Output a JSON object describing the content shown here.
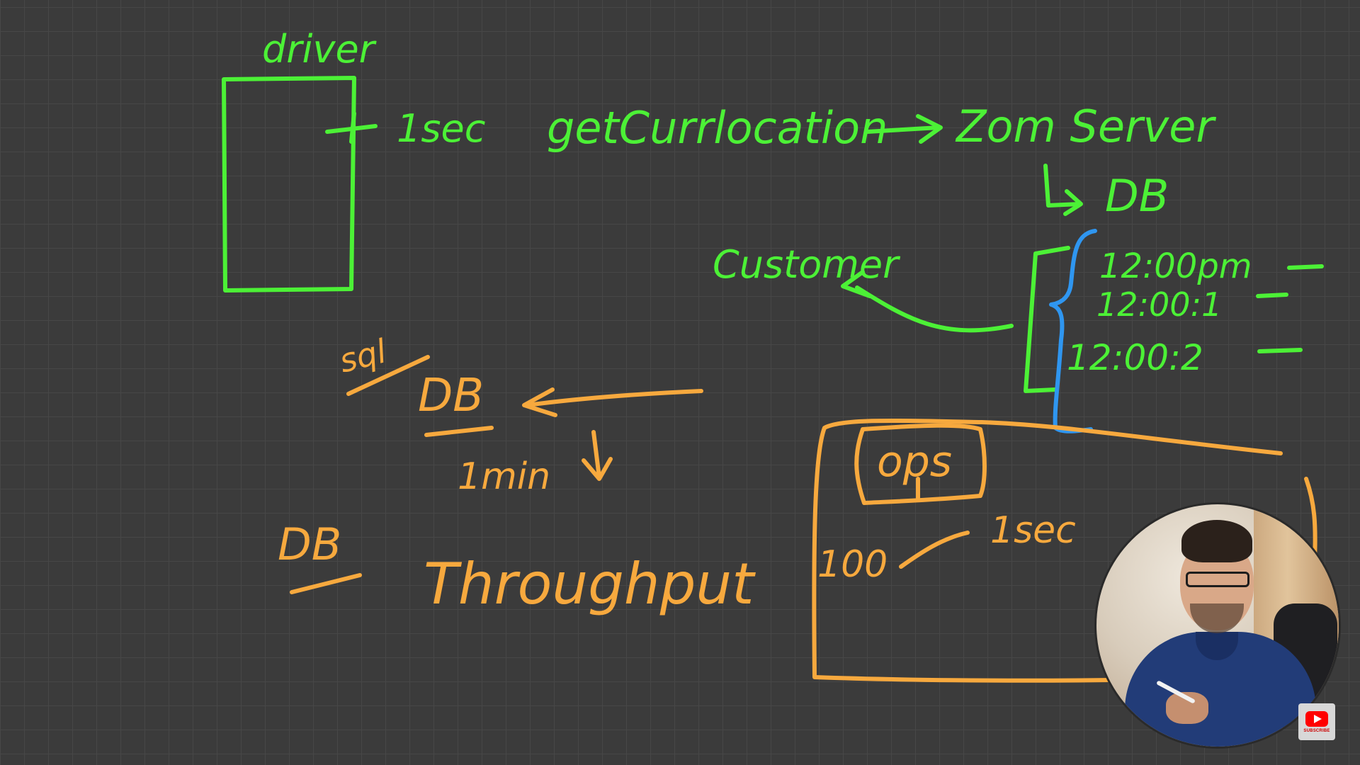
{
  "board": {
    "labels": {
      "driver": "driver",
      "one_sec_top": "1sec",
      "get_cur_location": "getCurrlocation",
      "zom_server": "Zom Server",
      "db_top": "DB",
      "customer": "Customer",
      "time_1": "12:00pm",
      "time_2": "12:00:1",
      "time_3": "12:00:2",
      "sql": "sql",
      "db_mid": "DB",
      "one_min": "1min",
      "db_bottom": "DB",
      "throughput": "Throughput",
      "ops": "ops",
      "hundred": "100",
      "one_sec_bottom": "1sec"
    },
    "colors": {
      "background": "#3b3b3b",
      "grid": "#474747",
      "green_ink": "#4cf136",
      "orange_ink": "#f7a93e",
      "blue_ink": "#2f96f0"
    }
  },
  "webcam": {
    "description_icon": "presenter-webcam"
  },
  "subscribe_badge": {
    "icon": "youtube-icon",
    "label": "SUBSCRIBE"
  }
}
